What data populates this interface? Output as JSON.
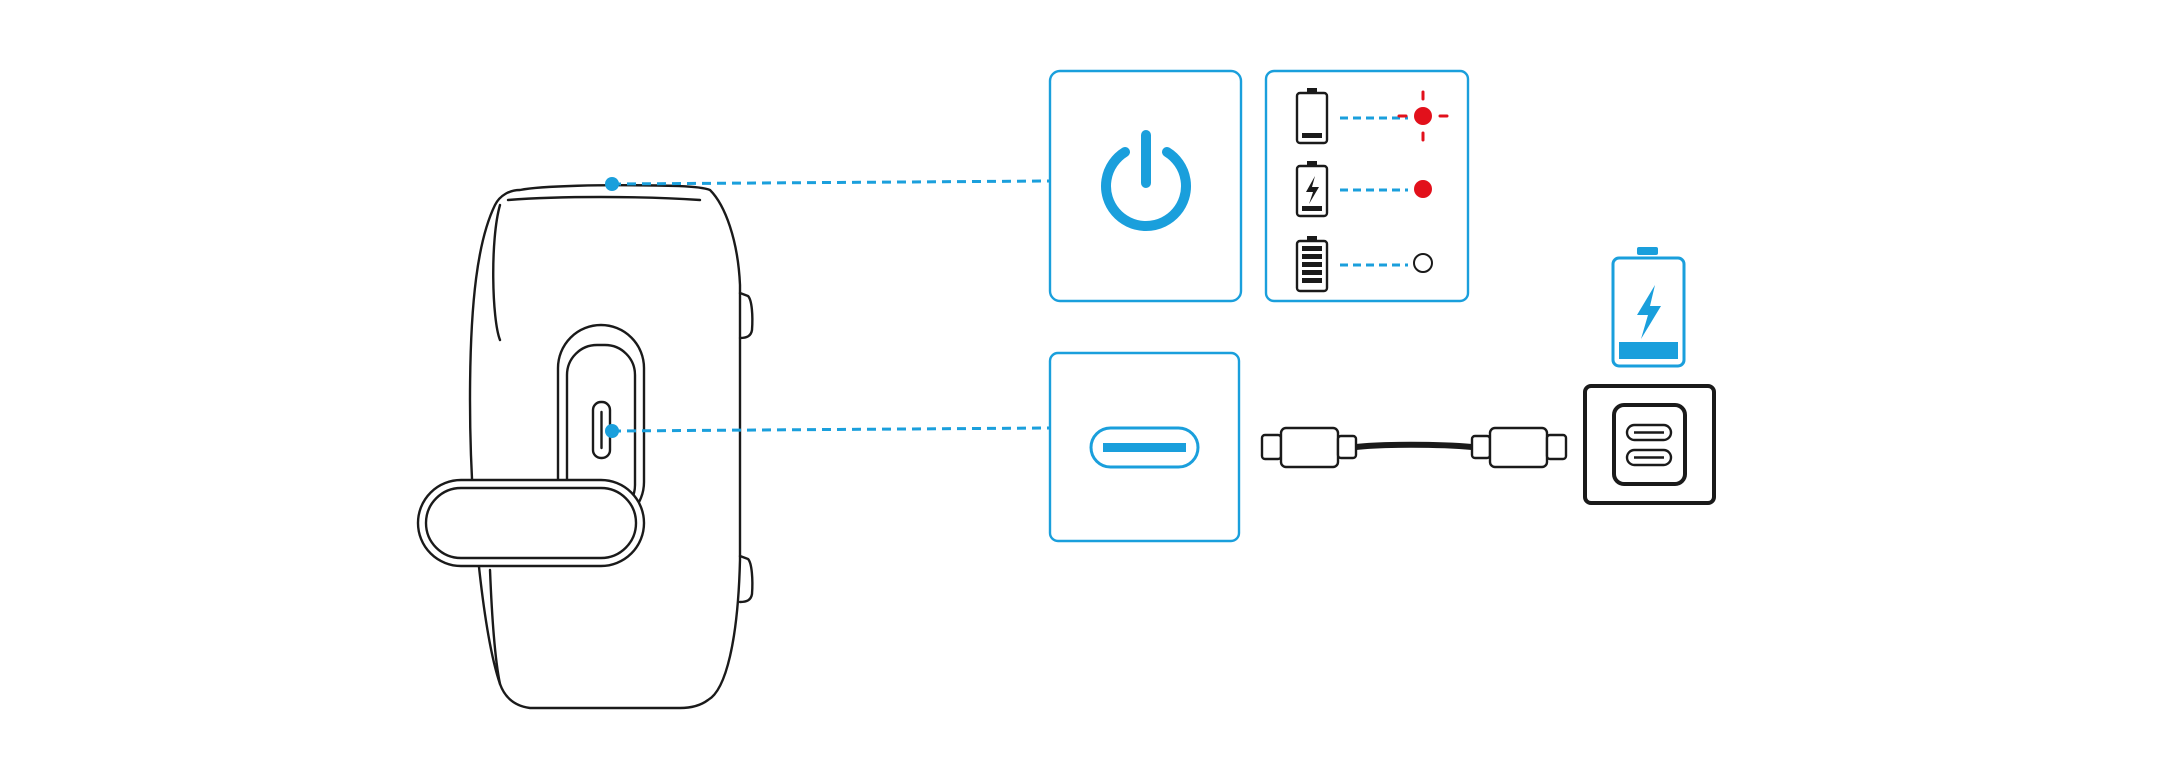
{
  "colors": {
    "accent": "#1a9fdc",
    "warning": "#e2101b",
    "outline": "#1a1a1a",
    "background": "#ffffff"
  },
  "device": {
    "name": "portable-speaker-side-view",
    "buttons": [
      "power-button",
      "usb-c-port"
    ]
  },
  "callouts": [
    {
      "id": "power",
      "icon": "power-icon"
    },
    {
      "id": "battery-status",
      "icon": "battery-status-panel"
    },
    {
      "id": "usb-c",
      "icon": "usb-c-port-icon"
    }
  ],
  "battery_status": [
    {
      "battery": "battery-low-icon",
      "led": "red-blinking-led-icon",
      "led_color": "#e2101b"
    },
    {
      "battery": "battery-charging-icon",
      "led": "red-solid-led-icon",
      "led_color": "#e2101b"
    },
    {
      "battery": "battery-full-icon",
      "led": "led-off-icon",
      "led_color": "#ffffff"
    }
  ],
  "charging": {
    "cable": "usb-c-cable-icon",
    "adapter": "usb-c-power-adapter-icon",
    "indicator": "battery-charging-large-icon"
  }
}
